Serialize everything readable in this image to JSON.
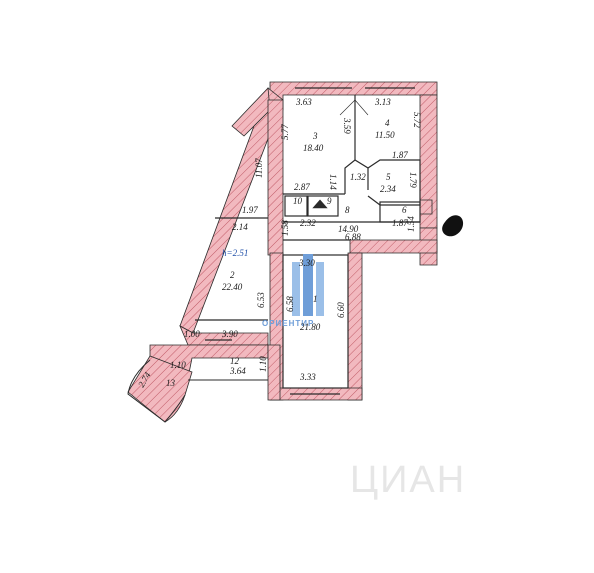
{
  "colors": {
    "wall": "#f2b9bf",
    "hatch": "#c05a66",
    "line": "#2b2b2b",
    "logo": "#6f9ed8",
    "height_label": "#1f4fa8"
  },
  "height_label": "h=2.51",
  "watermark": "ЦИАН",
  "logo_text": "ОРИЕНТИР",
  "rooms": [
    {
      "number": "1",
      "area": "21.80"
    },
    {
      "number": "2",
      "area": "22.40"
    },
    {
      "number": "3",
      "area": "18.40"
    },
    {
      "number": "4",
      "area": "11.50"
    },
    {
      "number": "5",
      "area": "2.34"
    },
    {
      "number": "6",
      "area": ""
    },
    {
      "number": "8",
      "area": "14.90"
    },
    {
      "number": "9",
      "area": ""
    },
    {
      "number": "10",
      "area": ""
    },
    {
      "number": "12",
      "area": "3.64"
    },
    {
      "number": "13",
      "area": ""
    }
  ],
  "dimensions": [
    "3.63",
    "3.13",
    "3.59",
    "5.77",
    "5.72",
    "1.87",
    "2.87",
    "1.32",
    "1.14",
    "1.79",
    "11.07",
    "1.97",
    "2.14",
    "2.32",
    "1.58",
    "1.87",
    "1.54",
    "6.88",
    "3.30",
    "6.53",
    "6.58",
    "6.60",
    "1.00",
    "3.90",
    "1.10",
    "1.10",
    "2.74",
    "3.33"
  ]
}
